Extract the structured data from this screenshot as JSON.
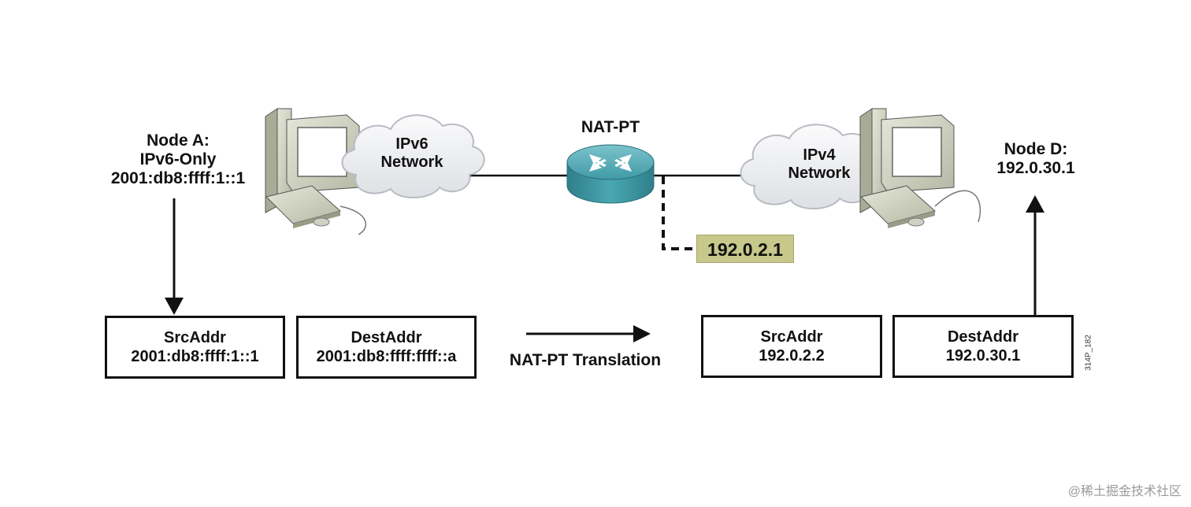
{
  "node_a": {
    "name": "Node A:",
    "type": "IPv6-Only",
    "address": "2001:db8:ffff:1::1"
  },
  "node_d": {
    "name": "Node D:",
    "address": "192.0.30.1"
  },
  "ipv6_cloud": {
    "line1": "IPv6",
    "line2": "Network"
  },
  "ipv4_cloud": {
    "line1": "IPv4",
    "line2": "Network"
  },
  "router": {
    "label": "NAT-PT",
    "pool_address": "192.0.2.1"
  },
  "ipv6_packet": {
    "src": {
      "label": "SrcAddr",
      "value": "2001:db8:ffff:1::1"
    },
    "dest": {
      "label": "DestAddr",
      "value": "2001:db8:ffff:ffff::a"
    }
  },
  "translation_label": "NAT-PT Translation",
  "ipv4_packet": {
    "src": {
      "label": "SrcAddr",
      "value": "192.0.2.2"
    },
    "dest": {
      "label": "DestAddr",
      "value": "192.0.30.1"
    }
  },
  "figure_id": "314P_182",
  "watermark": "@稀土掘金技术社区",
  "colors": {
    "router": "#3f9aa6",
    "pool_badge": "#c7c88a",
    "computer": "#c9cbb9",
    "cloud": "#eef0f2"
  }
}
